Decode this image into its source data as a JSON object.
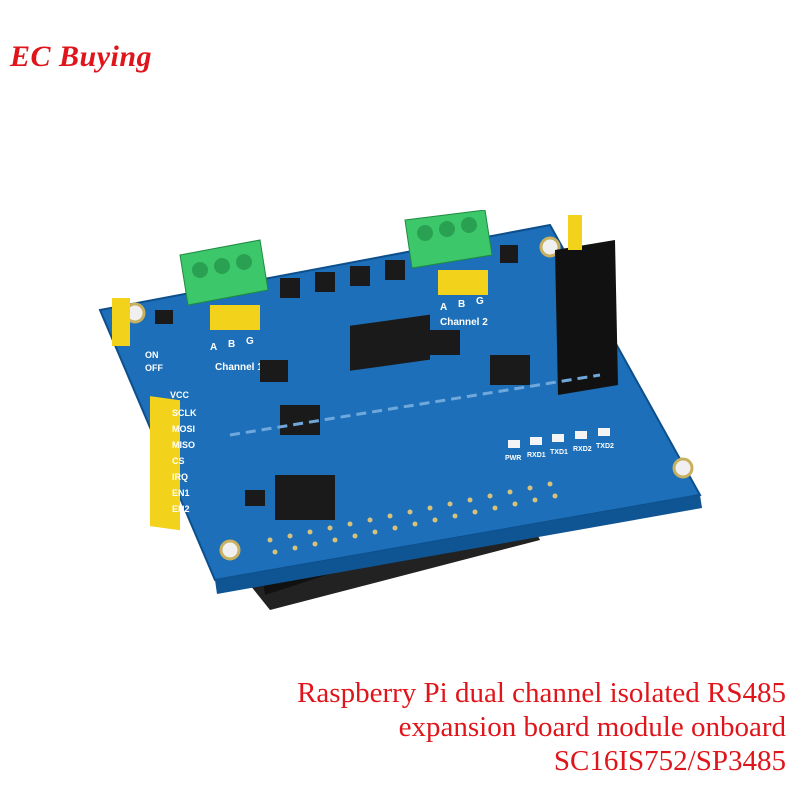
{
  "brand": {
    "name": "EC Buying",
    "color": "#e0151b"
  },
  "board": {
    "channel_label_1": "Channel 1",
    "channel_label_2": "Channel 2",
    "terminal_labels": [
      "A",
      "B",
      "G"
    ],
    "left_pins": [
      "ON",
      "OFF",
      "VCC",
      "SCLK",
      "MOSI",
      "MISO",
      "CS",
      "IRQ",
      "EN1",
      "EN2"
    ],
    "leds": [
      "PWR",
      "RXD1",
      "TXD1",
      "RXD2",
      "TXD2"
    ],
    "pcb_color": "#1c6fb8",
    "terminal_color": "#3cc86a",
    "jumper_color": "#f2d21b"
  },
  "caption": {
    "line1": "Raspberry Pi dual channel isolated RS485",
    "line2": "expansion board module onboard",
    "line3": "SC16IS752/SP3485"
  }
}
